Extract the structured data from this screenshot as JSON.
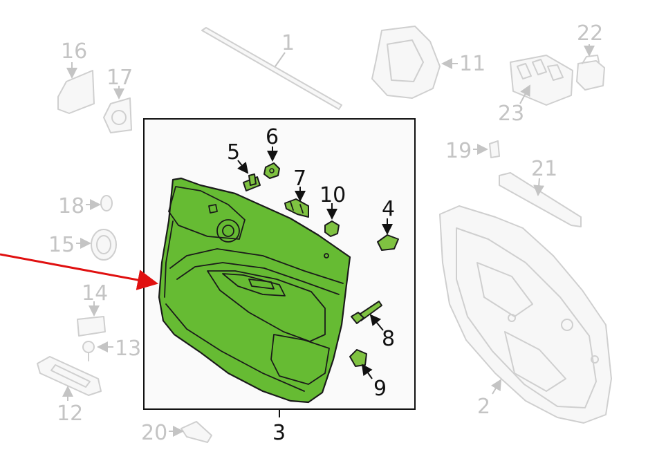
{
  "diagram": {
    "labels": {
      "p1": "1",
      "p2": "2",
      "p3": "3",
      "p4": "4",
      "p5": "5",
      "p6": "6",
      "p7": "7",
      "p8": "8",
      "p9": "9",
      "p10": "10",
      "p11": "11",
      "p12": "12",
      "p13": "13",
      "p14": "14",
      "p15": "15",
      "p16": "16",
      "p17": "17",
      "p18": "18",
      "p19": "19",
      "p20": "20",
      "p21": "21",
      "p22": "22",
      "p23": "23"
    },
    "colors": {
      "highlight_fill": "#66bb33",
      "ghost_stroke": "#cfcfcf",
      "callout_arrow": "#e01010",
      "callout_box": "#111111"
    }
  }
}
